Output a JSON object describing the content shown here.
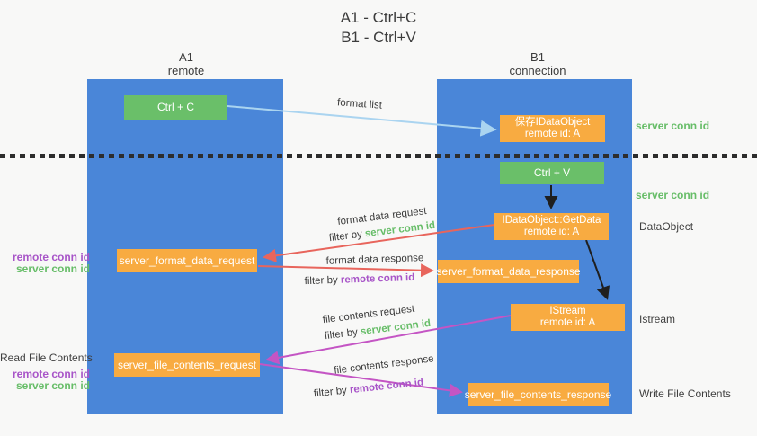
{
  "title": {
    "line1": "A1 - Ctrl+C",
    "line2": "B1 - Ctrl+V"
  },
  "columns": {
    "left": {
      "name": "A1",
      "subtitle": "remote"
    },
    "right": {
      "name": "B1",
      "subtitle": "connection"
    }
  },
  "nodes": {
    "ctrl_c": "Ctrl + C",
    "ctrl_v": "Ctrl + V",
    "save_idataobject": {
      "line1": "保存IDataObject",
      "line2": "remote id: A"
    },
    "getdata": {
      "line1": "IDataObject::GetData",
      "line2": "remote id: A"
    },
    "istream": {
      "line1": "IStream",
      "line2": "remote id: A"
    },
    "server_format_data_request": "server_format_data_request",
    "server_format_data_response": "server_format_data_response",
    "server_file_contents_request": "server_file_contents_request",
    "server_file_contents_response": "server_file_contents_response"
  },
  "side_labels": {
    "server_conn_id": "server conn id",
    "remote_conn_id": "remote conn id",
    "dataobject": "DataObject",
    "istream": "Istream",
    "read_file_contents": "Read File Contents",
    "write_file_contents": "Write File Contents"
  },
  "arrow_labels": {
    "format_list": "format list",
    "format_data_request": "format data request",
    "format_data_response": "format data response",
    "file_contents_request": "file contents request",
    "file_contents_response": "file contents response",
    "filter_by": "filter by ",
    "server_conn_id": "server conn id",
    "remote_conn_id": "remote conn id"
  },
  "colors": {
    "lane_blue": "#4a86d8",
    "node_orange": "#f8ab41",
    "node_green": "#6abf69",
    "green_text": "#67bd68",
    "purple_text": "#a855c8",
    "red_arrow": "#e8655c",
    "magenta_arrow": "#c455c4",
    "lightblue_arrow": "#aad4f0"
  }
}
